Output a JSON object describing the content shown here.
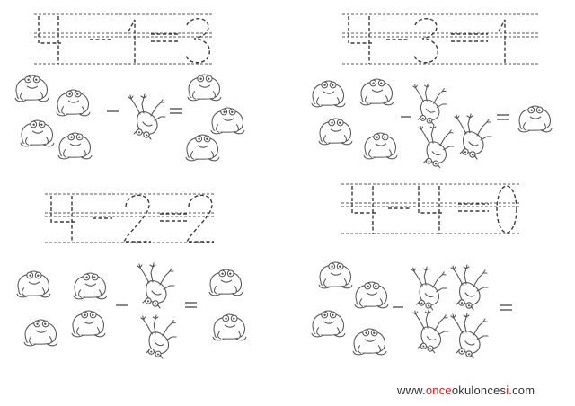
{
  "exercises": [
    {
      "equation": "4-1=3",
      "minuend": 4,
      "subtrahend": 1,
      "result": 3
    },
    {
      "equation": "4-3=1",
      "minuend": 4,
      "subtrahend": 3,
      "result": 1
    },
    {
      "equation": "4-2=2",
      "minuend": 4,
      "subtrahend": 2,
      "result": 2
    },
    {
      "equation": "4-4=0",
      "minuend": 4,
      "subtrahend": 4,
      "result": 0
    }
  ],
  "icons": {
    "frog": "frog-icon",
    "hanging_frog": "hanging-frog-icon",
    "minus": "minus-sign",
    "equals": "equals-sign"
  },
  "watermark": {
    "prefix": "www.",
    "brand": "once",
    "middle": "okulonces",
    "i": "i",
    "suffix": ".com"
  },
  "colors": {
    "ink": "#555555",
    "trace": "#3a3a3a",
    "brand": "#d81e1e",
    "text": "#333333"
  }
}
